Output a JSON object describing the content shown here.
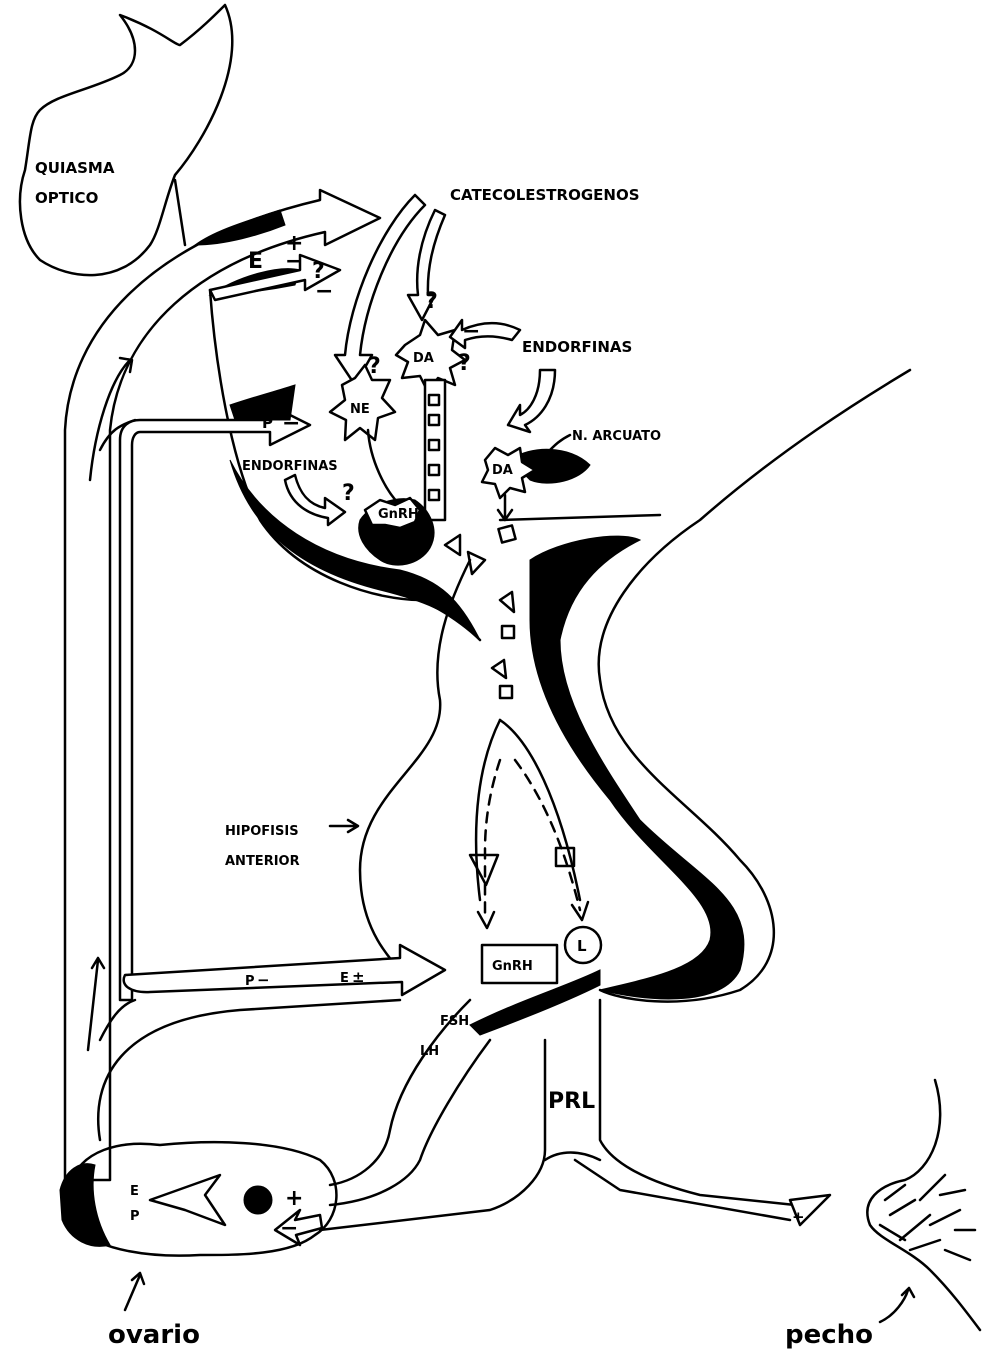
{
  "labels": {
    "quiasma_line1": "QUIASMA",
    "quiasma_line2": "OPTICO",
    "catecolestrogenos": "CATECOLESTROGENOS",
    "endorfinas_right": "ENDORFINAS",
    "endorfinas_left": "ENDORFINAS",
    "n_arcuato": "N. ARCUATO",
    "hipofisis_line1": "HIPOFISIS",
    "hipofisis_line2": "ANTERIOR",
    "gnrh_box": "GnRH",
    "gnrh_neuron": "GnRH",
    "l_circle": "L",
    "fsh": "FSH",
    "lh": "LH",
    "prl": "PRL",
    "ovario": "ovario",
    "pecho": "pecho",
    "e_top": "E",
    "plus_top": "+",
    "minus_top": "−",
    "question_top": "?",
    "minus_q": "−",
    "p_label": "P",
    "minus_p": "−",
    "ne": "NE",
    "da_upper": "DA",
    "da_lower": "DA",
    "q_ne": "?",
    "q_da1": "?",
    "q_da2": "?",
    "q_endo": "?",
    "minus_endo_r": "−",
    "p_bottom": "P",
    "minus_pb": "−",
    "e_bottom": "E",
    "pm_bottom": "±",
    "plus_pecho": "+",
    "ovary_e": "E",
    "ovary_p": "P",
    "plus_ovary": "+",
    "minus_ovary": "−"
  }
}
